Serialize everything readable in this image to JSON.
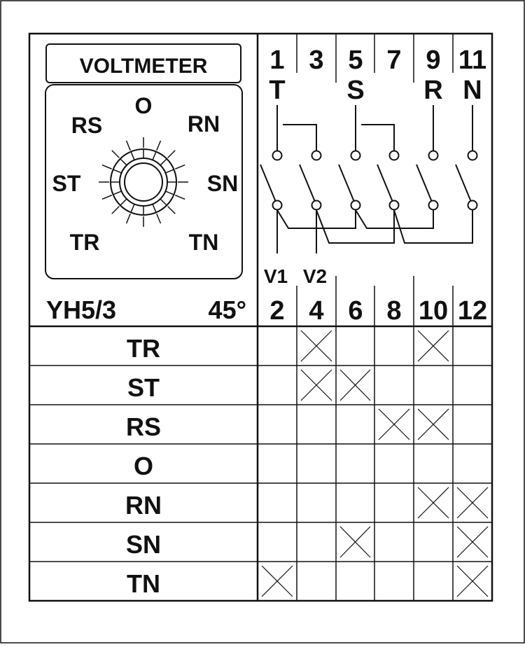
{
  "title": "VOLTMETER",
  "model": "YH5/3",
  "angle": "45°",
  "dial_positions": [
    "O",
    "RN",
    "SN",
    "TN",
    "TR",
    "ST",
    "RS"
  ],
  "top_terminals": [
    {
      "number": "1",
      "phase": "T"
    },
    {
      "number": "3",
      "phase": ""
    },
    {
      "number": "5",
      "phase": "S"
    },
    {
      "number": "7",
      "phase": ""
    },
    {
      "number": "9",
      "phase": "R"
    },
    {
      "number": "11",
      "phase": "N"
    }
  ],
  "bottom_terminals": [
    {
      "number": "2",
      "label": "V1"
    },
    {
      "number": "4",
      "label": "V2"
    },
    {
      "number": "6",
      "label": ""
    },
    {
      "number": "8",
      "label": ""
    },
    {
      "number": "10",
      "label": ""
    },
    {
      "number": "12",
      "label": ""
    }
  ],
  "contact_columns": [
    "2",
    "4",
    "6",
    "8",
    "10",
    "12"
  ],
  "table_rows": [
    {
      "position": "TR",
      "closed": [
        false,
        true,
        false,
        false,
        true,
        false
      ]
    },
    {
      "position": "ST",
      "closed": [
        false,
        true,
        true,
        false,
        false,
        false
      ]
    },
    {
      "position": "RS",
      "closed": [
        false,
        false,
        false,
        true,
        true,
        false
      ]
    },
    {
      "position": "O",
      "closed": [
        false,
        false,
        false,
        false,
        false,
        false
      ]
    },
    {
      "position": "RN",
      "closed": [
        false,
        false,
        false,
        false,
        true,
        true
      ]
    },
    {
      "position": "SN",
      "closed": [
        false,
        false,
        true,
        false,
        false,
        true
      ]
    },
    {
      "position": "TN",
      "closed": [
        true,
        false,
        false,
        false,
        false,
        true
      ]
    }
  ],
  "colors": {
    "line": "#111111",
    "background": "#ffffff"
  }
}
